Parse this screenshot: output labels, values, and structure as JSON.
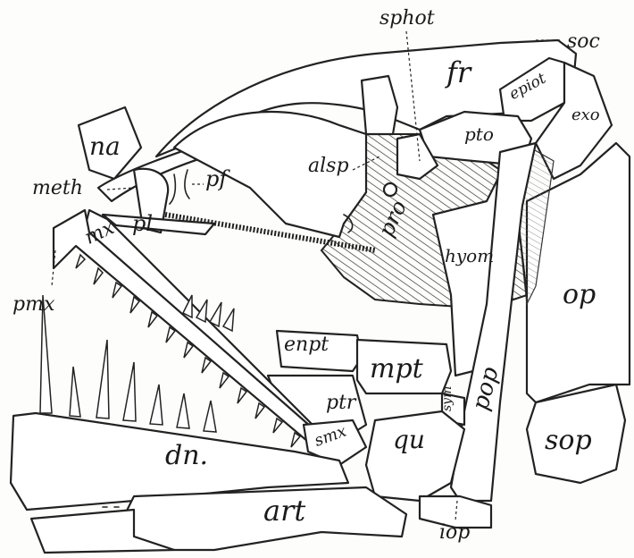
{
  "labels": {
    "sphot": "sphot",
    "soc": "soc",
    "fr": "fr",
    "epiot": "epiot",
    "exo": "exo",
    "na": "na",
    "pto": "pto",
    "meth": "meth",
    "alsp": "alsp",
    "pf": "pf",
    "pi": "pl",
    "mx": "mx",
    "pro": "pro",
    "hyom": "hyom",
    "op": "op",
    "pmx": "pmx",
    "enpt": "enpt",
    "mpt": "mpt",
    "sym": "sym",
    "pop": "pop",
    "ptr": "ptr",
    "smx": "smx",
    "qu": "qu",
    "sop": "sop",
    "dn": "dn.",
    "art": "art",
    "iop": "iop"
  }
}
